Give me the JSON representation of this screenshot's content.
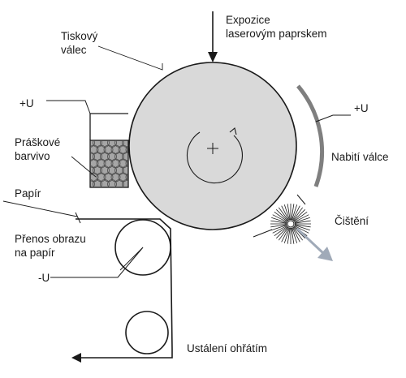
{
  "labels": {
    "drum": [
      "Tiskový",
      "válec"
    ],
    "exposure": [
      "Expozice",
      "laserovým paprskem"
    ],
    "plus_u_left": "+U",
    "plus_u_right": "+U",
    "toner": [
      "Práškové",
      "barvivo"
    ],
    "charging": "Nabití válce",
    "paper": "Papír",
    "cleaning": "Čištění",
    "transfer": [
      "Přenos obrazu",
      "na papír"
    ],
    "minus_u": "-U",
    "fusing": "Ustálení ohřátím"
  },
  "colors": {
    "drum_fill": "#d9d9d9",
    "toner_fill": "#a6a6a6",
    "charging_blade": "#7f7f7f",
    "cleaning_arrow": "#a0aab8",
    "line": "#1a1a1a"
  },
  "icons": [
    "down-arrow-icon",
    "rotation-arrow-icon",
    "center-cross-icon",
    "cleaning-brush-icon",
    "left-arrow-icon"
  ]
}
